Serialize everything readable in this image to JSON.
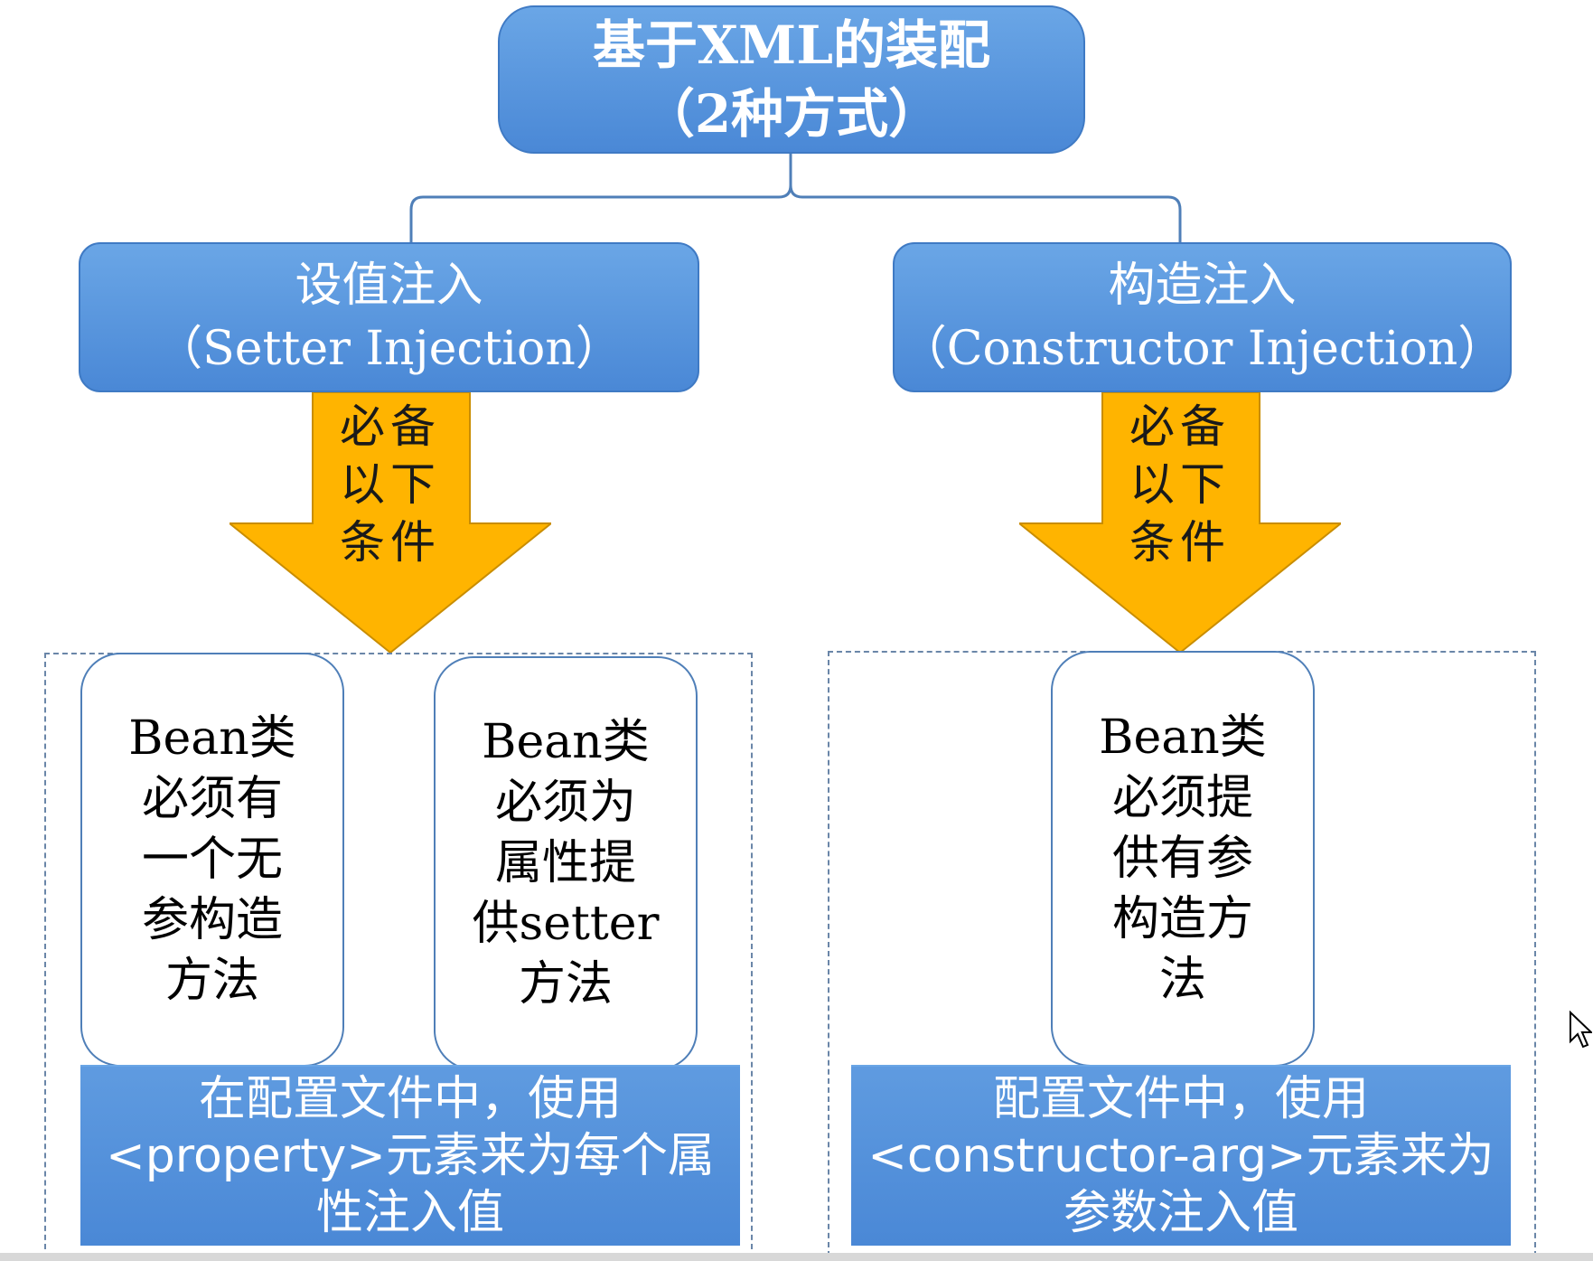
{
  "title": {
    "line1": "基于XML的装配",
    "line2": "（2种方式）"
  },
  "setter": {
    "line1": "设值注入",
    "line2": "（Setter Injection）",
    "arrow": [
      "必备",
      "以下",
      "条件"
    ],
    "conditions": [
      [
        "Bean类",
        "必须有",
        "一个无",
        "参构造",
        "方法"
      ],
      [
        "Bean类",
        "必须为",
        "属性提",
        "供setter",
        "方法"
      ]
    ],
    "config": [
      "在配置文件中，使用",
      "<property>元素来为每个属",
      "性注入值"
    ]
  },
  "constructor": {
    "line1": "构造注入",
    "line2": "（Constructor Injection）",
    "arrow": [
      "必备",
      "以下",
      "条件"
    ],
    "conditions": [
      [
        "Bean类",
        "必须提",
        "供有参",
        "构造方",
        "法"
      ]
    ],
    "config": [
      "配置文件中，使用",
      "<constructor-arg>元素来为",
      "参数注入值"
    ]
  },
  "colors": {
    "box_blue": "#4a88d6",
    "arrow_orange": "#ffb400",
    "connector": "#4f7fb8"
  },
  "icons": {
    "cursor": "mouse-pointer-icon"
  }
}
